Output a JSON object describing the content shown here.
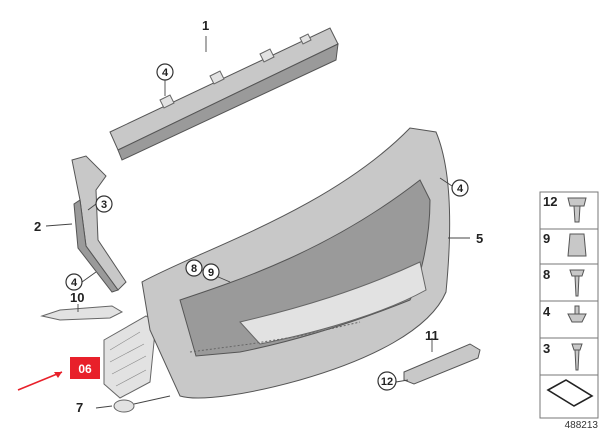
{
  "callouts": {
    "c1": "1",
    "c2": "2",
    "c3": "3",
    "c4a": "4",
    "c4b": "4",
    "c4c": "4",
    "c5": "5",
    "c6": "06",
    "c7": "7",
    "c8": "8",
    "c9": "9",
    "c10": "10",
    "c11": "11",
    "c12": "12"
  },
  "side_panel": [
    "12",
    "9",
    "8",
    "4",
    "3"
  ],
  "reference_number": "488213",
  "colors": {
    "highlight": "#e8202a",
    "arrow": "#e8202a"
  }
}
